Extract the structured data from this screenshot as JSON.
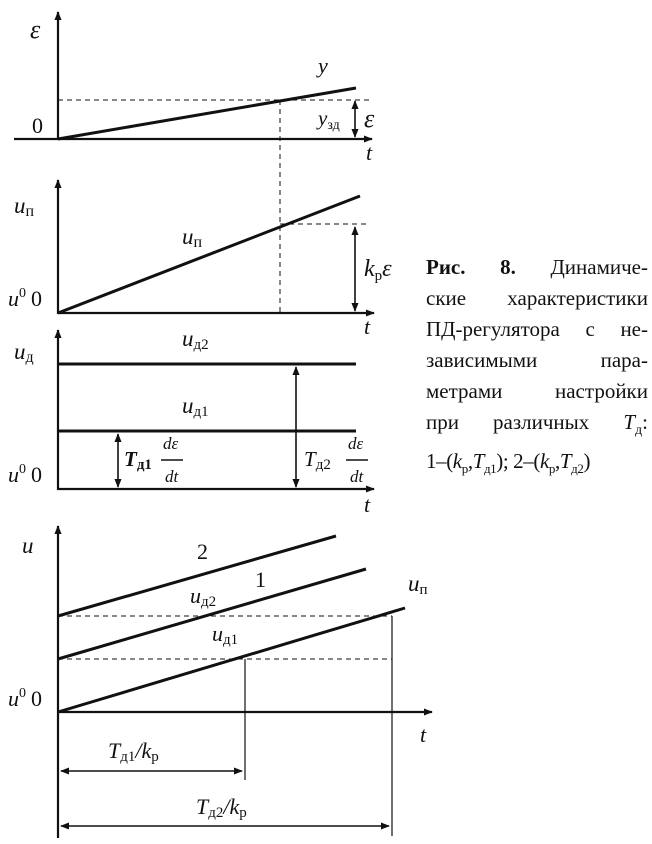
{
  "panel1": {
    "y_axis_label": "ε",
    "origin_label": "0",
    "t_label": "t",
    "curve_label": "y",
    "setpoint_label_main": "y",
    "setpoint_label_sub": "зд",
    "error_label": "ε"
  },
  "panel2": {
    "y_axis_label_main": "u",
    "y_axis_label_sub": "п",
    "curve_label_main": "u",
    "curve_label_sub": "п",
    "kp_main": "k",
    "kp_sub": "р",
    "kp_eps": "ε",
    "origin_u": "u",
    "origin_sup": "0",
    "origin_zero": "0",
    "t_label": "t"
  },
  "panel3": {
    "y_axis_label_main": "u",
    "y_axis_label_sub": "д",
    "ud2_main": "u",
    "ud2_sub": "д2",
    "ud1_main": "u",
    "ud1_sub": "д1",
    "td1_main": "T",
    "td1_sub": "д1",
    "td2_main": "T",
    "td2_sub": "д2",
    "frac_num": "dε",
    "frac_den": "dt",
    "origin_u": "u",
    "origin_sup": "0",
    "origin_zero": "0",
    "t_label": "t"
  },
  "panel4": {
    "y_axis_label": "u",
    "curve2_label": "2",
    "curve1_label": "1",
    "un_main": "u",
    "un_sub": "п",
    "ud2_main": "u",
    "ud2_sub": "д2",
    "ud1_main": "u",
    "ud1_sub": "д1",
    "origin_u": "u",
    "origin_sup": "0",
    "origin_zero": "0",
    "t_label": "t",
    "dim1_T": "T",
    "dim1_sub": "д1",
    "dim1_div": "/k",
    "dim1_k_sub": "р",
    "dim2_T": "T",
    "dim2_sub": "д2",
    "dim2_div": "/k",
    "dim2_k_sub": "р"
  },
  "caption": {
    "prefix": "Рис. 8.",
    "lines": [
      "Динамиче-",
      "ские характеристики",
      "ПД-регулятора с не-",
      "зависимыми пара-",
      "метрами настройки",
      "при различных"
    ],
    "td_main": "T",
    "td_sub": "д",
    "td_colon": ":",
    "l7_a": "1–(",
    "l7_k": "k",
    "l7_ksub": "р",
    "l7_comma": ",",
    "l7_T": "T",
    "l7_Tsub": "д1",
    "l7_b": "); 2–(",
    "l7_k2": "k",
    "l7_ksub2": "р",
    "l7_comma2": ",",
    "l7_T2": "T",
    "l7_Tsub2": "д2",
    "l7_c": ")"
  }
}
